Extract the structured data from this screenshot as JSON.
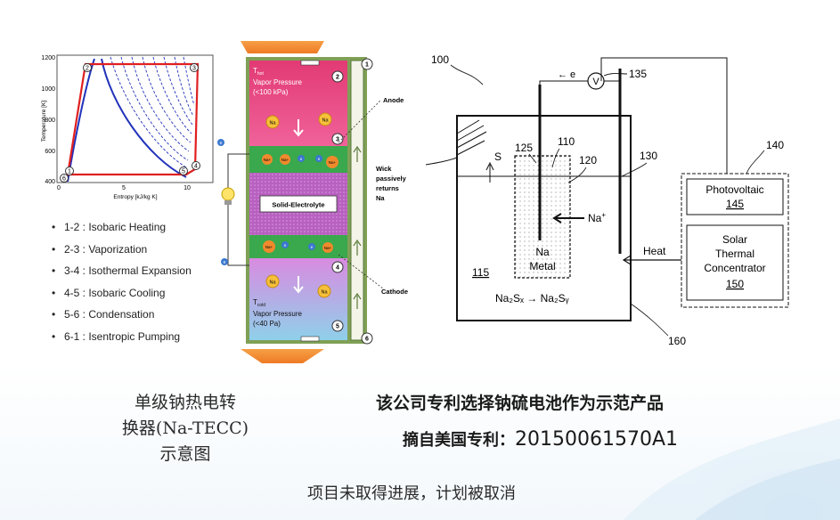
{
  "ts_chart": {
    "y_ticks": [
      "1200",
      "1000",
      "800",
      "600",
      "400"
    ],
    "x_ticks": [
      "0",
      "5",
      "10"
    ],
    "ylabel": "Temperature [K]",
    "xlabel": "Entropy [kJ/kg K]",
    "points": [
      "1",
      "2",
      "3",
      "4",
      "5",
      "6"
    ]
  },
  "cycle_steps": [
    "1-2 : Isobaric Heating",
    "2-3 : Vaporization",
    "3-4 : Isothermal Expansion",
    "4-5 : Isobaric Cooling",
    "5-6 : Condensation",
    "6-1 : Isentropic Pumping"
  ],
  "cell": {
    "t_hot_main": "T",
    "t_hot_sub": "hot",
    "hot_pressure_line1": "Vapor Pressure",
    "hot_pressure_line2": "(<100 kPa)",
    "t_cold_main": "T",
    "t_cold_sub": "cold",
    "cold_pressure_line1": "Vapor Pressure",
    "cold_pressure_line2": "(<40 Pa)",
    "solid_electrolyte": "Solid-Electrolyte",
    "anode": "Anode",
    "cathode": "Cathode",
    "wick_line1": "Wick",
    "wick_line2": "passively",
    "wick_line3": "returns",
    "wick_line4": "Na",
    "na": "Na",
    "na_plus": "Na+",
    "electron": "e",
    "numbers": [
      "1",
      "2",
      "3",
      "4",
      "5",
      "6"
    ]
  },
  "patent_fig": {
    "ref_100": "100",
    "ref_135": "135",
    "volt": "V",
    "electron_label": "← e",
    "ref_125": "125",
    "ref_110": "110",
    "ref_120": "120",
    "ref_130": "130",
    "ref_140": "140",
    "s_label": "S",
    "na_ion": "Na",
    "na_ion_sup": "+",
    "na_metal_1": "Na",
    "na_metal_2": "Metal",
    "heat": "Heat",
    "ref_115": "115",
    "reaction": "Na₂Sₓ → Na₂Sᵧ",
    "pv_label": "Photovoltaic",
    "pv_num": "145",
    "stc_line1": "Solar",
    "stc_line2": "Thermal",
    "stc_line3": "Concentrator",
    "stc_num": "150",
    "ref_160": "160"
  },
  "captions": {
    "left_line1": "单级钠热电转",
    "left_line2": "换器(Na-TECC)",
    "left_line3": "示意图",
    "right_line1": "该公司专利选择钠硫电池作为示范产品",
    "right_line2_prefix": "摘自美国专利：",
    "right_line2_number": "20150061570A1",
    "bottom": "项目未取得进展，计划被取消"
  },
  "colors": {
    "hot_zone": "#e8467d",
    "anode_band": "#3aa84c",
    "electrolyte": "#b860c0",
    "cold_zone_top": "#d98be0",
    "cold_zone_bottom": "#8fd0ea",
    "flow_arrow": "#f08a2c",
    "frame_green": "#7fa056",
    "curve_blue": "#2233bb",
    "cycle_red": "#e02020"
  }
}
